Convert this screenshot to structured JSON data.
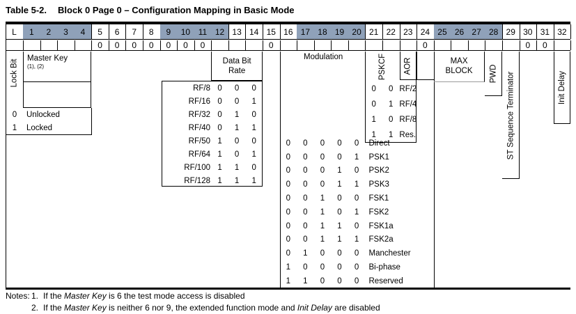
{
  "title": {
    "label": "Table 5-2.",
    "caption": "Block 0 Page 0 – Configuration Mapping in Basic Mode"
  },
  "header": {
    "lock_label": "L",
    "bit_numbers": [
      "1",
      "2",
      "3",
      "4",
      "5",
      "6",
      "7",
      "8",
      "9",
      "10",
      "11",
      "12",
      "13",
      "14",
      "15",
      "16",
      "17",
      "18",
      "19",
      "20",
      "21",
      "22",
      "23",
      "24",
      "25",
      "26",
      "27",
      "28",
      "29",
      "30",
      "31",
      "32"
    ],
    "shaded_groups": [
      [
        1,
        4
      ],
      [
        9,
        12
      ],
      [
        17,
        20
      ],
      [
        25,
        28
      ]
    ],
    "shade_color": "#8fa1b9",
    "preset_zeros": {
      "5": "0",
      "6": "0",
      "7": "0",
      "8": "0",
      "9": "0",
      "10": "0",
      "11": "0",
      "15": "0",
      "24": "0",
      "30": "0",
      "31": "0"
    }
  },
  "lock_bit": {
    "label": "Lock Bit",
    "legend": [
      {
        "value": "0",
        "meaning": "Unlocked"
      },
      {
        "value": "1",
        "meaning": "Locked"
      }
    ]
  },
  "master_key": {
    "label": "Master Key",
    "note_refs": "(1), (2)"
  },
  "data_bit_rate": {
    "label_line1": "Data Bit",
    "label_line2": "Rate",
    "rows": [
      {
        "label": "RF/8",
        "bits": [
          "0",
          "0",
          "0"
        ]
      },
      {
        "label": "RF/16",
        "bits": [
          "0",
          "0",
          "1"
        ]
      },
      {
        "label": "RF/32",
        "bits": [
          "0",
          "1",
          "0"
        ]
      },
      {
        "label": "RF/40",
        "bits": [
          "0",
          "1",
          "1"
        ]
      },
      {
        "label": "RF/50",
        "bits": [
          "1",
          "0",
          "0"
        ]
      },
      {
        "label": "RF/64",
        "bits": [
          "1",
          "0",
          "1"
        ]
      },
      {
        "label": "RF/100",
        "bits": [
          "1",
          "1",
          "0"
        ]
      },
      {
        "label": "RF/128",
        "bits": [
          "1",
          "1",
          "1"
        ]
      }
    ]
  },
  "modulation": {
    "label": "Modulation",
    "rows": [
      {
        "bits": [
          "0",
          "0",
          "0",
          "0",
          "0"
        ],
        "label": "Direct"
      },
      {
        "bits": [
          "0",
          "0",
          "0",
          "0",
          "1"
        ],
        "label": "PSK1"
      },
      {
        "bits": [
          "0",
          "0",
          "0",
          "1",
          "0"
        ],
        "label": "PSK2"
      },
      {
        "bits": [
          "0",
          "0",
          "0",
          "1",
          "1"
        ],
        "label": "PSK3"
      },
      {
        "bits": [
          "0",
          "0",
          "1",
          "0",
          "0"
        ],
        "label": "FSK1"
      },
      {
        "bits": [
          "0",
          "0",
          "1",
          "0",
          "1"
        ],
        "label": "FSK2"
      },
      {
        "bits": [
          "0",
          "0",
          "1",
          "1",
          "0"
        ],
        "label": "FSK1a"
      },
      {
        "bits": [
          "0",
          "0",
          "1",
          "1",
          "1"
        ],
        "label": "FSK2a"
      },
      {
        "bits": [
          "0",
          "1",
          "0",
          "0",
          "0"
        ],
        "label": "Manchester"
      },
      {
        "bits": [
          "1",
          "0",
          "0",
          "0",
          "0"
        ],
        "label": "Bi-phase"
      },
      {
        "bits": [
          "1",
          "1",
          "0",
          "0",
          "0"
        ],
        "label": "Reserved"
      }
    ]
  },
  "pskcf": {
    "label": "PSKCF",
    "rows": [
      {
        "bits": [
          "0",
          "0"
        ],
        "label": "RF/2"
      },
      {
        "bits": [
          "0",
          "1"
        ],
        "label": "RF/4"
      },
      {
        "bits": [
          "1",
          "0"
        ],
        "label": "RF/8"
      },
      {
        "bits": [
          "1",
          "1"
        ],
        "label": "Res."
      }
    ]
  },
  "aor": {
    "label": "AOR"
  },
  "max_block": {
    "label_line1": "MAX",
    "label_line2": "BLOCK"
  },
  "pwd": {
    "label": "PWD"
  },
  "st_terminator": {
    "label": "ST Sequence Terminator"
  },
  "init_delay": {
    "label": "Init Delay"
  },
  "notes": {
    "label": "Notes:",
    "items": [
      {
        "number": "1.",
        "parts": [
          {
            "text": "If the "
          },
          {
            "text": "Master Key",
            "italic": true
          },
          {
            "text": " is 6 the test mode access is disabled"
          }
        ]
      },
      {
        "number": "2.",
        "parts": [
          {
            "text": "If the "
          },
          {
            "text": "Master Key",
            "italic": true
          },
          {
            "text": " is neither 6 nor 9, the extended function mode and "
          },
          {
            "text": "Init Delay",
            "italic": true
          },
          {
            "text": " are disabled"
          }
        ]
      }
    ]
  }
}
